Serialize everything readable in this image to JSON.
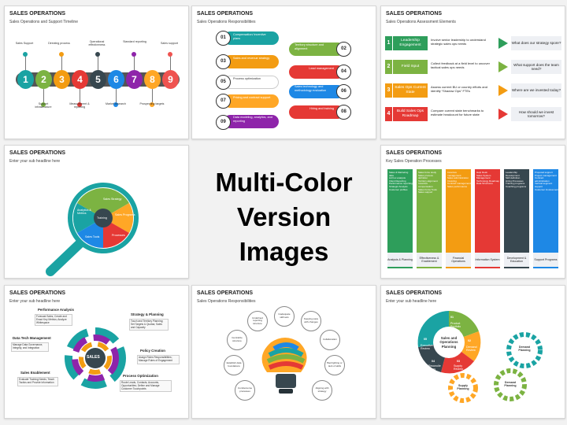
{
  "hero": {
    "line1": "Multi-Color",
    "line2": "Version Images"
  },
  "slides": [
    {
      "title": "SALES OPERATIONS",
      "subtitle": "Sales Operations and Support Timeline",
      "steps": [
        "1",
        "2",
        "3",
        "4",
        "5",
        "6",
        "7",
        "8",
        "9"
      ],
      "colors": [
        "#1aa3a3",
        "#7cb342",
        "#f39c12",
        "#e53935",
        "#37474f",
        "#1e88e5",
        "#8e24aa",
        "#ffa726",
        "#ef5350"
      ],
      "top_labels": [
        "Sales Support",
        "Directing process",
        "Operational effectiveness",
        "Standard reporting",
        "Sales support"
      ],
      "bottom_labels": [
        "Support infrastructure",
        "Measurement & reporting",
        "Market research",
        "Prospecting targets"
      ]
    },
    {
      "title": "SALES OPERATIONS",
      "subtitle": "Sales Operations Responsibilities",
      "items": [
        {
          "num": "01",
          "text": "Compensation/ incentive plans"
        },
        {
          "num": "02",
          "text": "Territory structure and alignment"
        },
        {
          "num": "03",
          "text": "Sales and revenue strategy"
        },
        {
          "num": "04",
          "text": "Lead management"
        },
        {
          "num": "05",
          "text": "Process optimization"
        },
        {
          "num": "06",
          "text": "Sales technology and methodology evaluation"
        },
        {
          "num": "07",
          "text": "Pricing and contract support"
        },
        {
          "num": "08",
          "text": "Hiring and training"
        },
        {
          "num": "09",
          "text": "Data modeling, analytics, and reporting"
        }
      ]
    },
    {
      "title": "SALES OPERATIONS",
      "subtitle": "Sales Operations Assessment Elements",
      "rows": [
        {
          "num": "1",
          "label": "Leadership Engagement",
          "desc": "Involve senior leadership to understand strategic sales ops needs",
          "question": "What does our strategy spore?",
          "color": "#2e9e5b"
        },
        {
          "num": "2",
          "label": "Field Input",
          "desc": "Collect feedback at a field level to uncover tactical sales ops needs",
          "question": "What support does the team need?",
          "color": "#7cb342"
        },
        {
          "num": "3",
          "label": "Sales Ops Current State",
          "desc": "Assess current BU or country efforts and identify “Shadow Ops” FTEs",
          "question": "Where are we invested today?",
          "color": "#f39c12"
        },
        {
          "num": "4",
          "label": "Build Sales Ops Roadmap",
          "desc": "Compare current state benchmarks to estimate headcount for future state",
          "question": "How should we invest tomorrow?",
          "color": "#e53935"
        }
      ]
    },
    {
      "title": "SALES OPERATIONS",
      "subtitle": "Enter your sub headline here",
      "pieces": [
        "Sales Strategy",
        "Sales Programs",
        "Processes",
        "Sales Tools",
        "Analytics & Metrics",
        "Training"
      ]
    },
    {
      "title": "SALES OPERATIONS",
      "subtitle": "Key Sales Operation Processes",
      "columns": [
        {
          "label": "Analysis & Planning",
          "color": "#2e9e5b",
          "items": [
            "Sales & Marketing data",
            "Ad hoc analysis",
            "Client Reporting",
            "Performance reporting",
            "Strategic Analysis",
            "Customer profiles"
          ]
        },
        {
          "label": "Effectiveness & Enablement",
          "color": "#7cb342",
          "items": [
            "Sales force study",
            "Sales process definition",
            "Territory alignment",
            "Incentive compensation",
            "Sales Force Tools",
            "Sales support"
          ]
        },
        {
          "label": "Financial Operations",
          "color": "#f39c12",
          "items": [
            "Incentive management",
            "Sales administration",
            "Invoicing",
            "Contract management",
            "Sales performance"
          ]
        },
        {
          "label": "Information System",
          "color": "#e53935",
          "items": [
            "Help Desk",
            "Sales System Management",
            "Technology Roadmap",
            "Data Structures"
          ]
        },
        {
          "label": "Development & Education",
          "color": "#37474f",
          "items": [
            "Leadership Development",
            "Skill definition",
            "Hiring Processes",
            "Training programs",
            "Coaching programs"
          ]
        },
        {
          "label": "Support Programs",
          "color": "#1e88e5",
          "items": [
            "Proposal support",
            "Project management",
            "Contract administration",
            "Vertical segment support",
            "Customer Involvement"
          ]
        }
      ]
    },
    {
      "title": "SALES OPERATIONS",
      "subtitle": "Enter your sub headline here",
      "center": "SALES",
      "sections": [
        {
          "name": "Performance Analysis",
          "text": "Forecast Sales; Create and Enact Key Metrics; Analyze Whitespace"
        },
        {
          "name": "Strategy & Planning",
          "text": "Touch and Territory Planning; Set Targets & Quotas; Sales and Capacity"
        },
        {
          "name": "Data Tech Management",
          "text": "Manage Data Governance, Integrity, and Integration"
        },
        {
          "name": "Policy Creation",
          "text": "Assign Roles Responsibilities; Manage Rules of Engagement"
        },
        {
          "name": "Sales Enablement",
          "text": "Evaluate Training Needs; Teach Tactics and Provide Information"
        },
        {
          "name": "Process Optimization",
          "text": "Route Leads, Contacts, Accounts, Opportunities; Define and Manage Customer Touchpoints"
        }
      ]
    },
    {
      "title": "SALES OPERATIONS",
      "subtitle": "Sales Operations Responsibilities",
      "bubbles": [
        "Inadequate skill sets",
        "Keeping pace with changes",
        "Collaboration",
        "Bad lighting or lack of skills",
        "Aligning with strategy",
        "Cumbersome processes",
        "Establish data foundations",
        "Centralize structure",
        "Undefined reporting structure"
      ]
    },
    {
      "title": "SALES OPERATIONS",
      "subtitle": "Enter your sub headline here",
      "center": "Sales and Operations Planning",
      "segments": [
        {
          "num": "01",
          "text": "Product Portfolio Review"
        },
        {
          "num": "02",
          "text": "Demand Review"
        },
        {
          "num": "03",
          "text": "Supply Review"
        },
        {
          "num": "04",
          "text": "Reconcile Plans"
        },
        {
          "num": "05",
          "text": "Executive Review"
        }
      ],
      "gears": [
        "Demand Planning",
        "Demand Planning",
        "Supply Planning"
      ]
    }
  ]
}
